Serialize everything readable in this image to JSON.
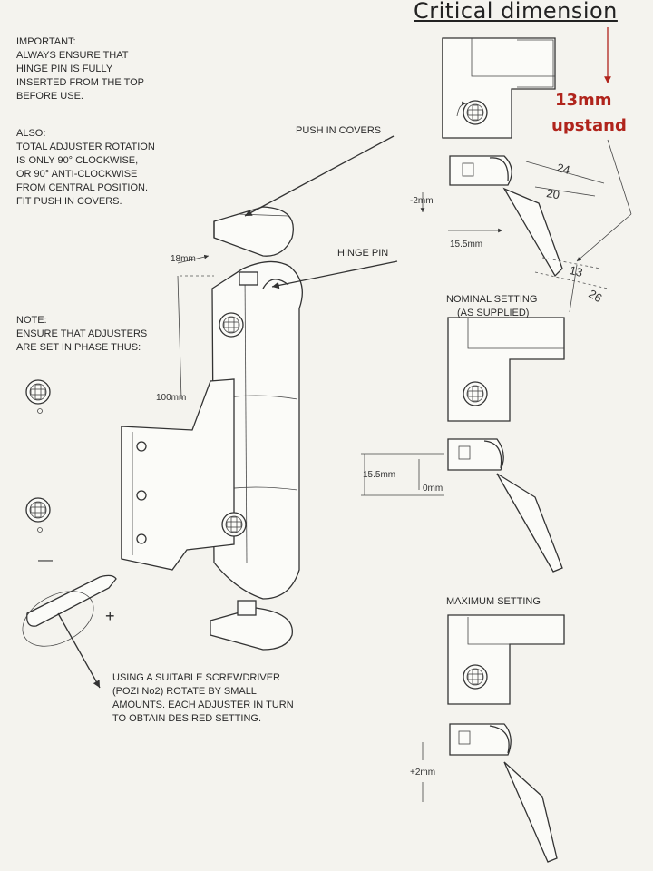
{
  "header": {
    "critical_dimension": "Critical dimension"
  },
  "callout": {
    "line1": "13mm",
    "line2": "upstand",
    "color": "#b0241c"
  },
  "notes": {
    "important": [
      "IMPORTANT:",
      "ALWAYS ENSURE THAT",
      "HINGE PIN IS FULLY",
      "INSERTED FROM THE TOP",
      "BEFORE USE."
    ],
    "also": [
      "ALSO:",
      "TOTAL ADJUSTER ROTATION",
      "IS ONLY 90° CLOCKWISE,",
      "OR 90° ANTI-CLOCKWISE",
      "FROM CENTRAL POSITION.",
      "FIT PUSH IN COVERS."
    ],
    "note": [
      "NOTE:",
      "ENSURE THAT ADJUSTERS",
      "ARE SET IN PHASE THUS:"
    ],
    "screwdriver": [
      "USING A SUITABLE SCREWDRIVER",
      "(POZI No2) ROTATE BY SMALL",
      "AMOUNTS. EACH ADJUSTER IN TURN",
      "TO OBTAIN DESIRED SETTING."
    ]
  },
  "labels": {
    "push_in_covers": "PUSH IN COVERS",
    "hinge_pin": "HINGE PIN",
    "nominal_setting_1": "NOMINAL SETTING",
    "nominal_setting_2": "(AS SUPPLIED)",
    "maximum_setting": "MAXIMUM SETTING",
    "minus": "—",
    "plus": "+"
  },
  "dimensions": {
    "width_18": "18mm",
    "height_100": "100mm",
    "minus_2": "-2mm",
    "width_15_5_top": "15.5mm",
    "d24": "24",
    "d20": "20",
    "d13": "13",
    "d26": "26",
    "height_15_5_mid": "15.5mm",
    "zero": "0mm",
    "plus_2": "+2mm"
  },
  "icons": [
    "phillips-screw-icon",
    "screwdriver-icon",
    "rotation-arrow-icon"
  ]
}
